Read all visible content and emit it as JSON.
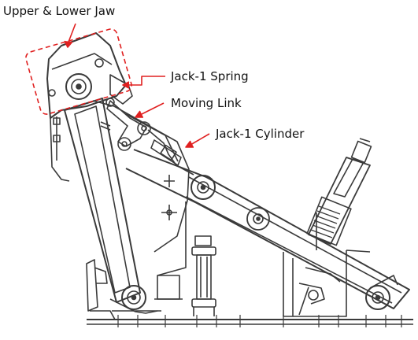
{
  "labels": {
    "jaw": "Upper & Lower Jaw",
    "spring": "Jack-1 Spring",
    "link": "Moving Link",
    "cylinder": "Jack-1 Cylinder"
  },
  "colors": {
    "annotation": "#e02020",
    "drawing": "#3a3a3a",
    "text": "#111111"
  }
}
